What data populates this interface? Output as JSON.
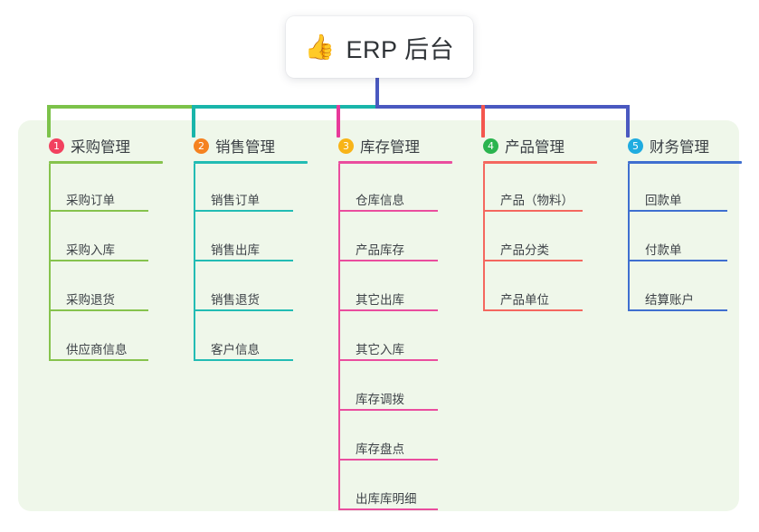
{
  "root": {
    "icon": "thumbs-up-emoji",
    "emoji": "👍",
    "title": "ERP 后台"
  },
  "panel": {
    "background_color": "#eff7ea"
  },
  "connector": {
    "stem_color": "#4a59c0",
    "segments": [
      {
        "name": "to-col-1",
        "color": "#7cc24a"
      },
      {
        "name": "to-col-2",
        "color": "#19b5aa"
      },
      {
        "name": "to-col-3",
        "color": "#4a59c0"
      },
      {
        "name": "to-col-4",
        "color": "#4a59c0"
      },
      {
        "name": "to-col-5",
        "color": "#4a59c0"
      }
    ],
    "drops": [
      {
        "name": "drop-col-1",
        "color": "#7cc24a"
      },
      {
        "name": "drop-col-2",
        "color": "#19b5aa"
      },
      {
        "name": "drop-col-3",
        "color": "#e8399a"
      },
      {
        "name": "drop-col-4",
        "color": "#f4564e"
      },
      {
        "name": "drop-col-5",
        "color": "#4a59c0"
      }
    ]
  },
  "columns": [
    {
      "number": "1",
      "title": "采购管理",
      "badge_color": "#f2415f",
      "line_color": "#86c34d",
      "items": [
        {
          "label": "采购订单"
        },
        {
          "label": "采购入库"
        },
        {
          "label": "采购退货"
        },
        {
          "label": "供应商信息"
        }
      ]
    },
    {
      "number": "2",
      "title": "销售管理",
      "badge_color": "#f58220",
      "line_color": "#22bcb4",
      "items": [
        {
          "label": "销售订单"
        },
        {
          "label": "销售出库"
        },
        {
          "label": "销售退货"
        },
        {
          "label": "客户信息"
        }
      ]
    },
    {
      "number": "3",
      "title": "库存管理",
      "badge_color": "#f8b418",
      "line_color": "#ea4d9e",
      "items": [
        {
          "label": "仓库信息"
        },
        {
          "label": "产品库存"
        },
        {
          "label": "其它出库"
        },
        {
          "label": "其它入库"
        },
        {
          "label": "库存调拨"
        },
        {
          "label": "库存盘点"
        },
        {
          "label": "出库库明细"
        }
      ]
    },
    {
      "number": "4",
      "title": "产品管理",
      "badge_color": "#2bb44f",
      "line_color": "#f4675f",
      "items": [
        {
          "label": "产品（物料）"
        },
        {
          "label": "产品分类"
        },
        {
          "label": "产品单位"
        }
      ]
    },
    {
      "number": "5",
      "title": "财务管理",
      "badge_color": "#20ace0",
      "line_color": "#3f6fd0",
      "items": [
        {
          "label": "回款单"
        },
        {
          "label": "付款单"
        },
        {
          "label": "结算账户"
        }
      ]
    }
  ]
}
